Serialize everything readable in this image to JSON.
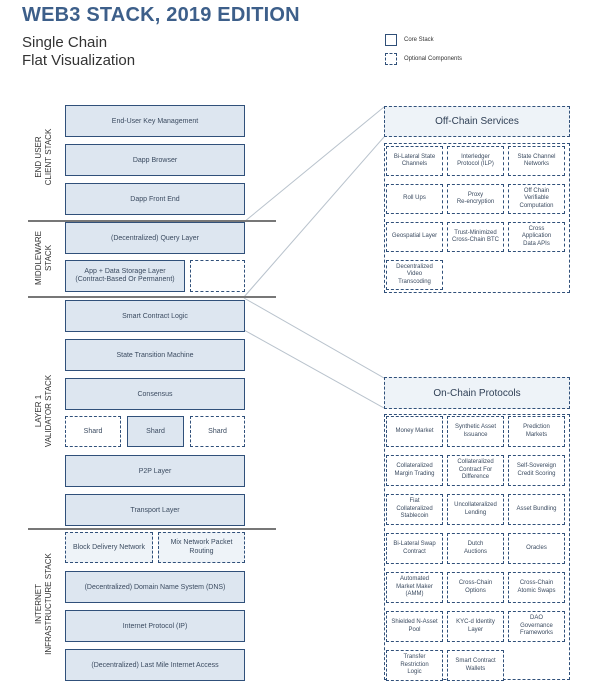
{
  "header": {
    "title": "WEB3 STACK, 2019 EDITION",
    "subtitle_line1": "Single Chain",
    "subtitle_line2": "Flat Visualization"
  },
  "legend": {
    "core": "Core Stack",
    "optional": "Optional Components"
  },
  "layers": {
    "client": "END USER\nCLIENT STACK",
    "middleware": "MIDDLEWARE\nSTACK",
    "validator": "LAYER 1\nVALIDATOR STACK",
    "internet": "INTERNET\nINFRASTRUCTURE STACK"
  },
  "stack": {
    "key_mgmt": "End-User Key Management",
    "dapp_browser": "Dapp Browser",
    "dapp_frontend": "Dapp Front End",
    "query_layer": "(Decentralized) Query Layer",
    "data_storage": "App + Data Storage Layer\n(Contract-Based Or Permanent)",
    "smart_contract": "Smart Contract Logic",
    "state_transition": "State Transition Machine",
    "consensus": "Consensus",
    "shard_left": "Shard",
    "shard_mid": "Shard",
    "shard_right": "Shard",
    "p2p": "P2P Layer",
    "transport": "Transport Layer",
    "block_delivery": "Block Delivery Network",
    "mix_network": "Mix Network Packet\nRouting",
    "dns": "(Decentralized) Domain Name System (DNS)",
    "ip": "Internet Protocol (IP)",
    "last_mile": "(Decentralized) Last Mile Internet Access"
  },
  "offchain": {
    "title": "Off-Chain Services",
    "items": [
      "Bi-Lateral State\nChannels",
      "Interledger\nProtocol (ILP)",
      "State Channel\nNetworks",
      "Roll Ups",
      "Proxy\nRe-encryption",
      "Off Chain\nVerifiable\nComputation",
      "Geospatial Layer",
      "Trust-Minimized\nCross-Chain BTC",
      "Cross\nApplication\nData APIs",
      "Decentralized\nVideo\nTranscoding"
    ]
  },
  "onchain": {
    "title": "On-Chain Protocols",
    "items": [
      "Money Market",
      "Synthetic Asset\nIssuance",
      "Prediction\nMarkets",
      "Collateralized\nMargin Trading",
      "Collateralized\nContract For\nDifference",
      "Self-Sovereign\nCredit Scoring",
      "Fiat\nCollateralized\nStablecoin",
      "Uncollateralized\nLending",
      "Asset Bundling",
      "Bi-Lateral Swap\nContract",
      "Dutch\nAuctions",
      "Oracles",
      "Automated\nMarket Maker\n(AMM)",
      "Cross-Chain\nOptions",
      "Cross-Chain\nAtomic Swaps",
      "Shielded N-Asset\nPool",
      "KYC-d Identity\nLayer",
      "DAO\nGovernance\nFrameworks",
      "Transfer\nRestriction\nLogic",
      "Smart Contract\nWallets"
    ]
  }
}
